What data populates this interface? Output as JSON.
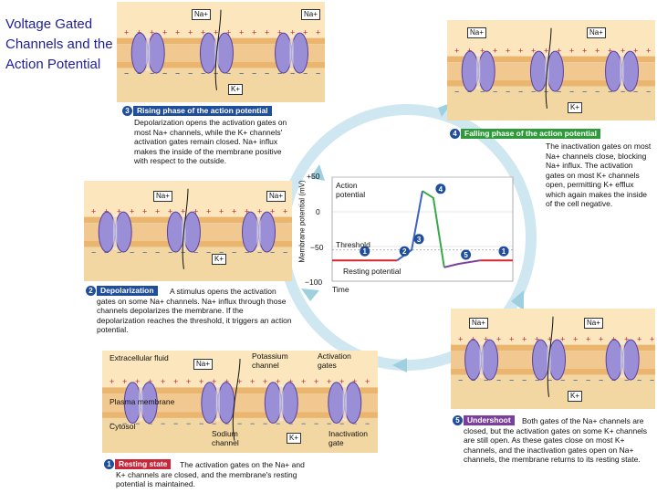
{
  "title": "Voltage Gated Channels and the Action Potential",
  "colors": {
    "extracellular": "#fbe6bd",
    "membrane_top": "#e9b56f",
    "membrane_mid": "#f1c890",
    "cytosol": "#f3d7a2",
    "channel_purple": "#9a8ed6",
    "channel_dark": "#5a3fa0",
    "arrow_blue": "#1f4e9c",
    "cycle_arrow": "#9fd0e0",
    "trace_red": "#d9262e",
    "trace_blue": "#3a64c6",
    "trace_green": "#3aa84a",
    "badge_blue": "#1f4e9c",
    "badge_green": "#2e9a3a",
    "badge_purple": "#7a3f9c",
    "badge_red": "#c6283a"
  },
  "ions": {
    "na": "Na+",
    "k": "K+"
  },
  "panel_top": {
    "signs_top": "+ + + +",
    "signs_bot": "− − − −"
  },
  "stages": [
    {
      "num": "1",
      "label": "Resting state",
      "color": "#c6283a",
      "text": "The activation gates on the Na+ and K+ channels are closed, and the membrane's resting potential is maintained."
    },
    {
      "num": "2",
      "label": "Depolarization",
      "color": "#1f4e9c",
      "text": "A stimulus opens the activation gates on some Na+ channels. Na+ influx through those channels depolarizes the membrane. If the depolarization reaches the threshold, it triggers an action potential."
    },
    {
      "num": "3",
      "label": "Rising phase of the action potential",
      "color": "#1f4e9c",
      "text": "Depolarization opens the activation gates on most Na+ channels, while the K+ channels' activation gates remain closed. Na+ influx makes the inside of the membrane positive with respect to the outside."
    },
    {
      "num": "4",
      "label": "Falling phase of the action potential",
      "color": "#2e9a3a",
      "text": "The inactivation gates on most Na+ channels close, blocking Na+ influx. The activation gates on most K+ channels open, permitting K+ efflux which again makes the inside of the cell negative."
    },
    {
      "num": "5",
      "label": "Undershoot",
      "color": "#7a3f9c",
      "text": "Both gates of the Na+ channels are closed, but the activation gates on some K+ channels are still open. As these gates close on most K+ channels, and the inactivation gates open on Na+ channels, the membrane returns to its resting state."
    }
  ],
  "resting_labels": {
    "extracellular": "Extracellular fluid",
    "potassium_channel": "Potassium channel",
    "activation_gates": "Activation gates",
    "plasma_membrane": "Plasma membrane",
    "cytosol": "Cytosol",
    "sodium_channel": "Sodium channel",
    "inactivation_gate": "Inactivation gate"
  },
  "chart_data": {
    "type": "line",
    "ylabel": "Membrane potential (mV)",
    "xlabel": "Time",
    "ylim": [
      -100,
      50
    ],
    "yticks": [
      "+50",
      "0",
      "−50",
      "−100"
    ],
    "annotations": {
      "action_potential": "Action potential",
      "threshold": "Threshold",
      "resting_potential": "Resting potential"
    },
    "series": [
      {
        "values": [
          -70,
          -70,
          -70,
          -70,
          -55,
          30,
          20,
          -80,
          -75,
          -70,
          -70
        ]
      }
    ],
    "threshold": -55,
    "resting": -70,
    "stage_markers": [
      "1",
      "2",
      "3",
      "4",
      "5",
      "1"
    ]
  }
}
